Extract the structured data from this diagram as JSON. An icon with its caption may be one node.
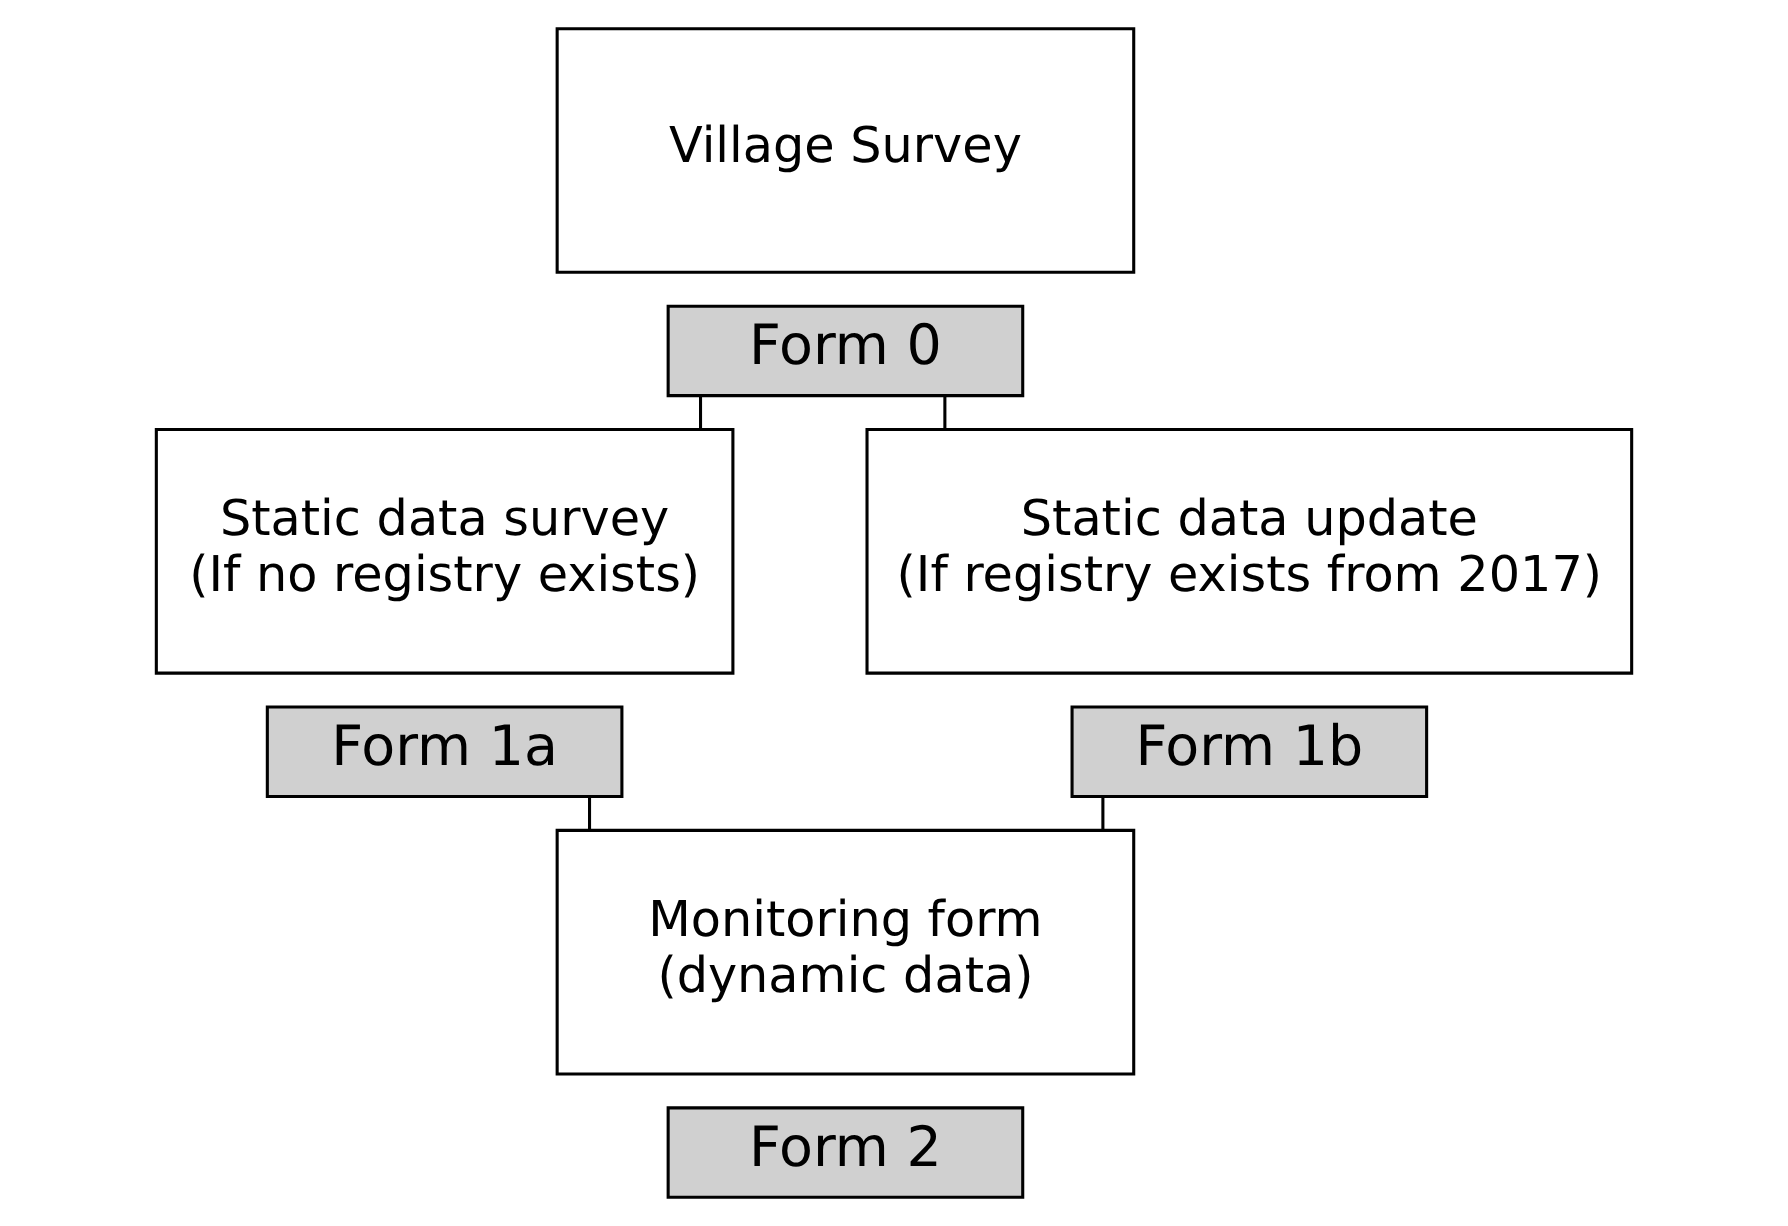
{
  "diagram": {
    "nodes": [
      {
        "text": [
          "Village Survey"
        ]
      },
      {
        "text": [
          "Form 0"
        ]
      },
      {
        "text": [
          "Static data survey",
          "(If no registry exists)"
        ]
      },
      {
        "text": [
          "Form 1a"
        ]
      },
      {
        "text": [
          "Static data update",
          "(If registry exists from 2017)"
        ]
      },
      {
        "text": [
          "Form 1b"
        ]
      },
      {
        "text": [
          "Monitoring form",
          "(dynamic data)"
        ]
      },
      {
        "text": [
          "Form 2"
        ]
      }
    ],
    "edges": [
      {
        "from": 1,
        "to": 2,
        "arrow": "none"
      },
      {
        "from": 1,
        "to": 4,
        "arrow": "none"
      },
      {
        "from": 3,
        "to": 6,
        "arrow": "none"
      },
      {
        "from": 5,
        "to": 6,
        "arrow": "none"
      }
    ]
  }
}
